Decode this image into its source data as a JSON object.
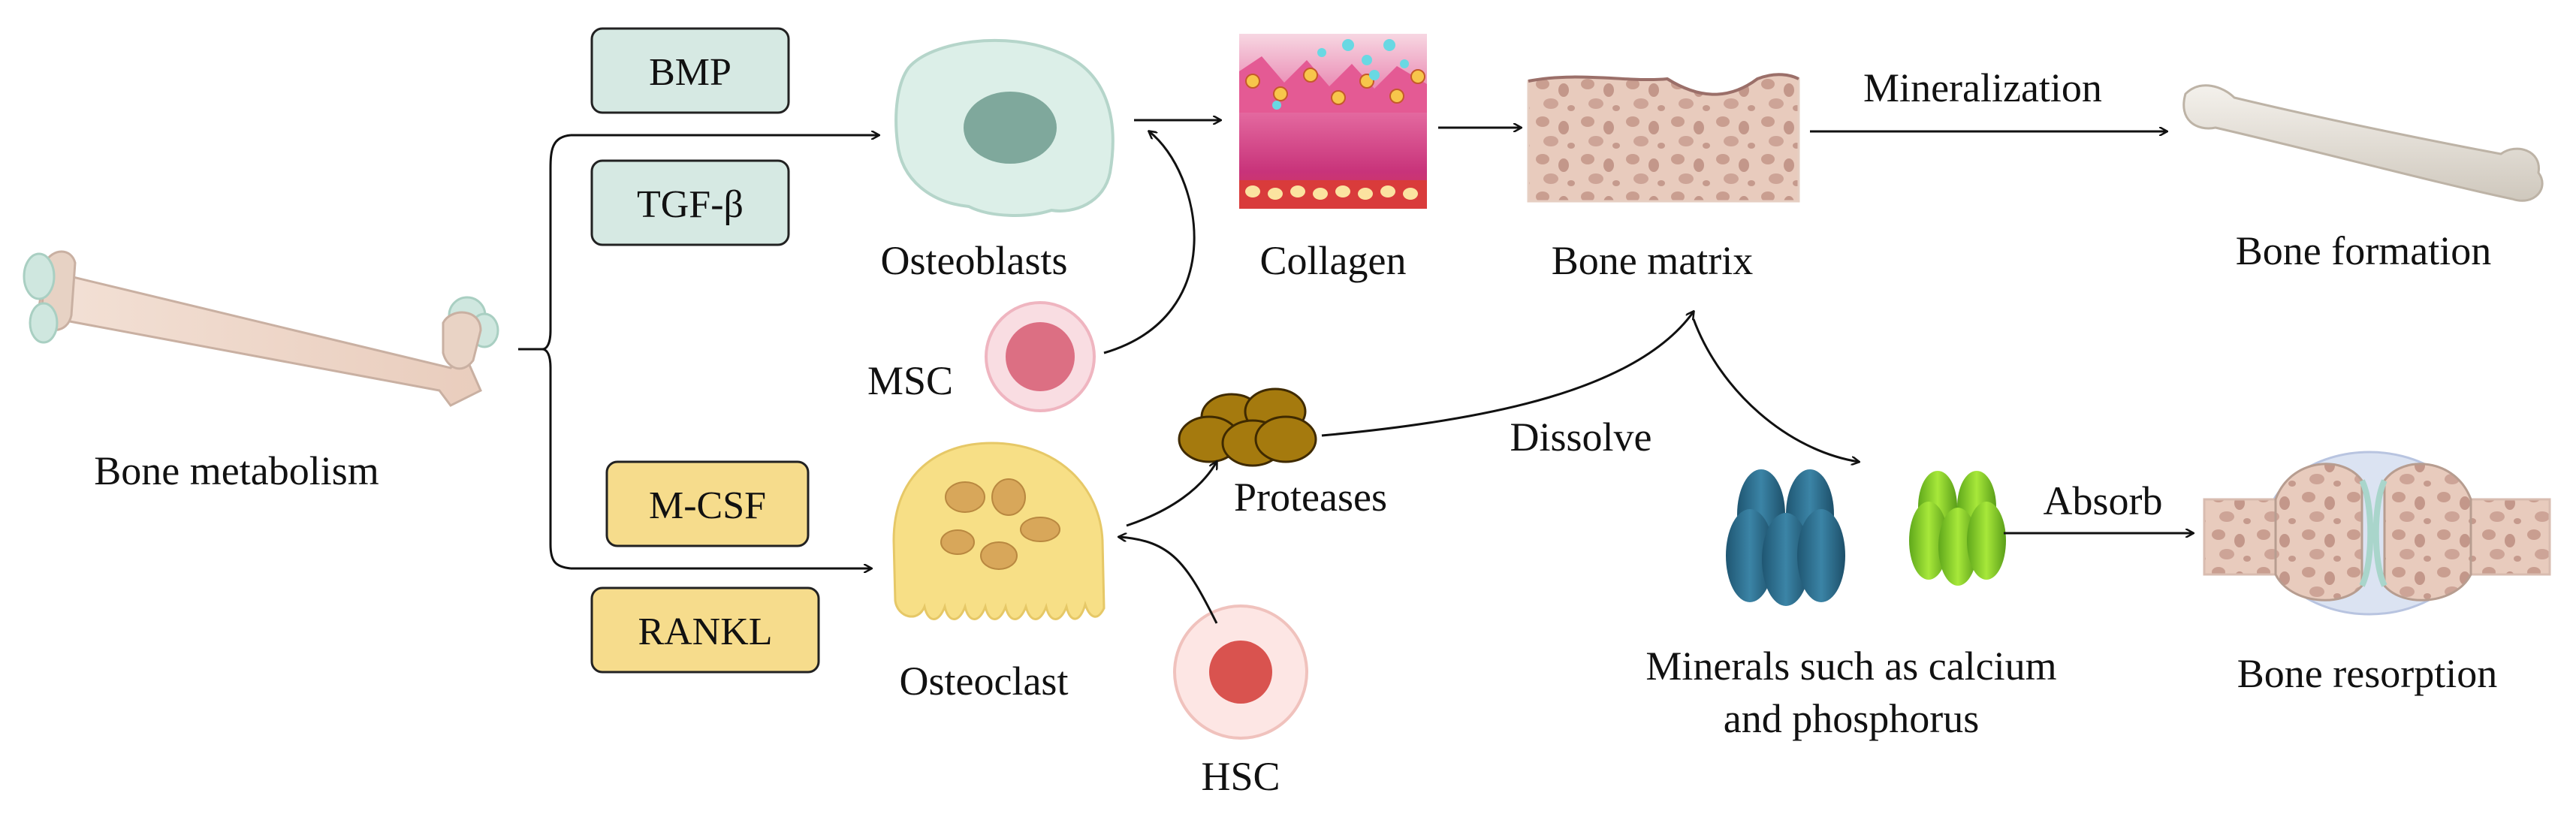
{
  "nodes": {
    "bone_metabolism": "Bone metabolism",
    "bmp": "BMP",
    "tgf_beta": "TGF-β",
    "mcsf": "M-CSF",
    "rankl": "RANKL",
    "osteoblasts": "Osteoblasts",
    "msc": "MSC",
    "osteoclast": "Osteoclast",
    "hsc": "HSC",
    "proteases": "Proteases",
    "collagen": "Collagen",
    "bone_matrix": "Bone matrix",
    "bone_formation": "Bone formation",
    "minerals_line1": "Minerals such as calcium",
    "minerals_line2": "and phosphorus",
    "bone_resorption": "Bone resorption"
  },
  "edges": {
    "mineralization": "Mineralization",
    "dissolve": "Dissolve",
    "absorb": "Absorb"
  },
  "colors": {
    "growth_factor_box": "#d6e9e3",
    "osteoclast_factor_box": "#f6dc8c",
    "osteoblast_cell": "#dcefe8",
    "osteoclast_cell": "#f7df86",
    "msc_cell": "#e07b8c",
    "hsc_cell": "#d9534f",
    "protease": "#a57a0e",
    "mineral_blue": "#2e6f8e",
    "mineral_green": "#8ed62a",
    "bone": "#f1ddd0"
  }
}
